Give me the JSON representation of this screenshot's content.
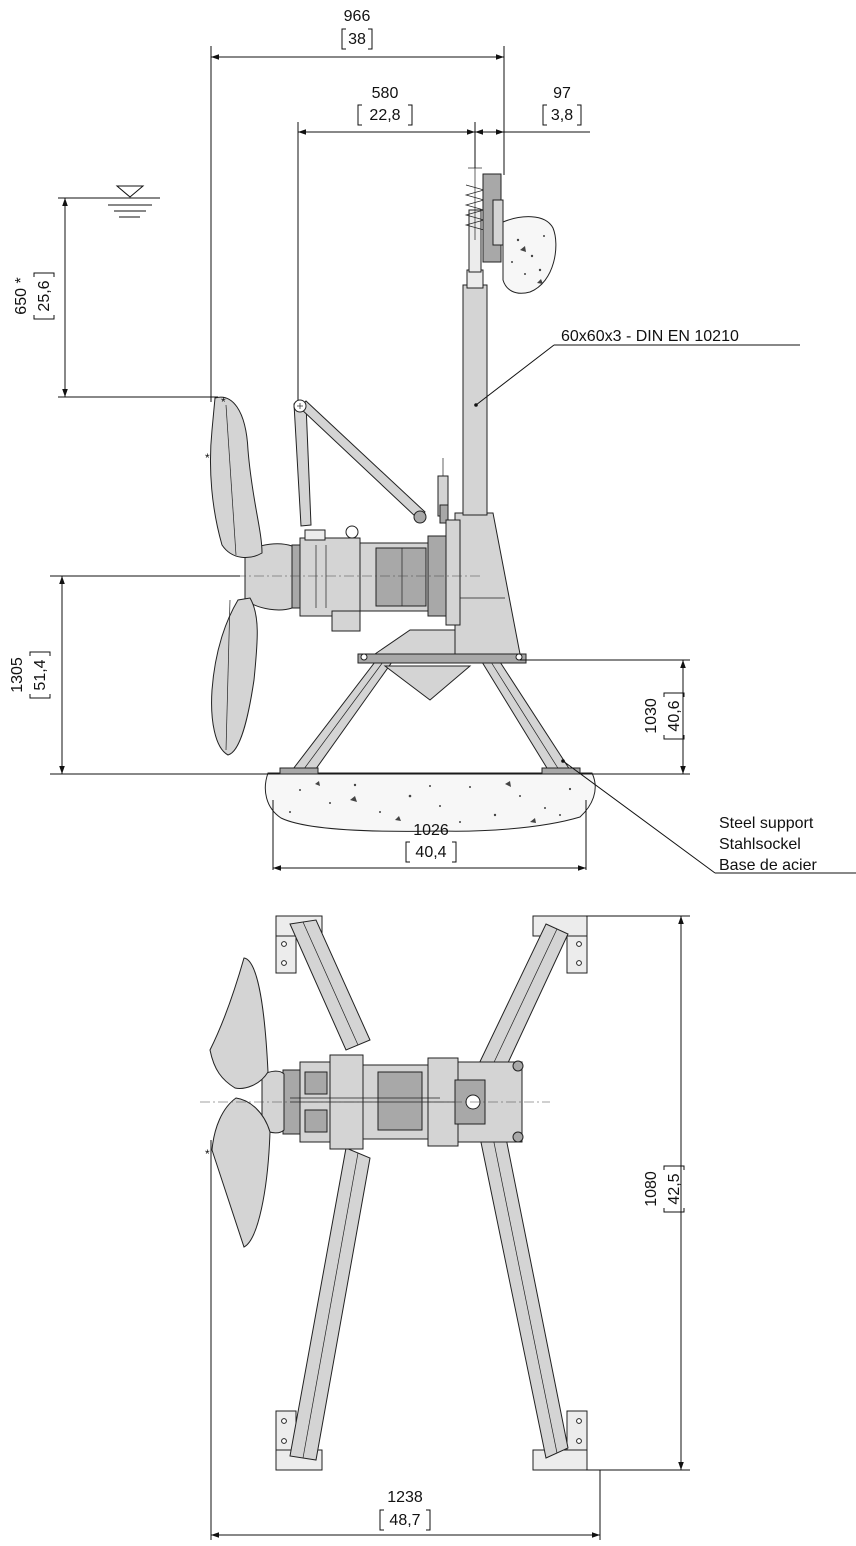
{
  "dimensions": {
    "overall_width": {
      "value": "966",
      "alt": "38"
    },
    "bracket_offset": {
      "value": "580",
      "alt": "22,8"
    },
    "guide_offset": {
      "value": "97",
      "alt": "3,8"
    },
    "min_submersion": {
      "value": "650 *",
      "alt": "25,6"
    },
    "shaft_height": {
      "value": "1305",
      "alt": "51,4"
    },
    "stand_height": {
      "value": "1030",
      "alt": "40,6"
    },
    "base_width": {
      "value": "1026",
      "alt": "40,4"
    },
    "plan_depth": {
      "value": "1080",
      "alt": "42,5"
    },
    "plan_width": {
      "value": "1238",
      "alt": "48,7"
    }
  },
  "labels": {
    "guide_tube": "60x60x3 - DIN EN 10210",
    "steel_support_en": "Steel support",
    "steel_support_de": "Stahlsockel",
    "steel_support_fr": "Base de acier"
  }
}
